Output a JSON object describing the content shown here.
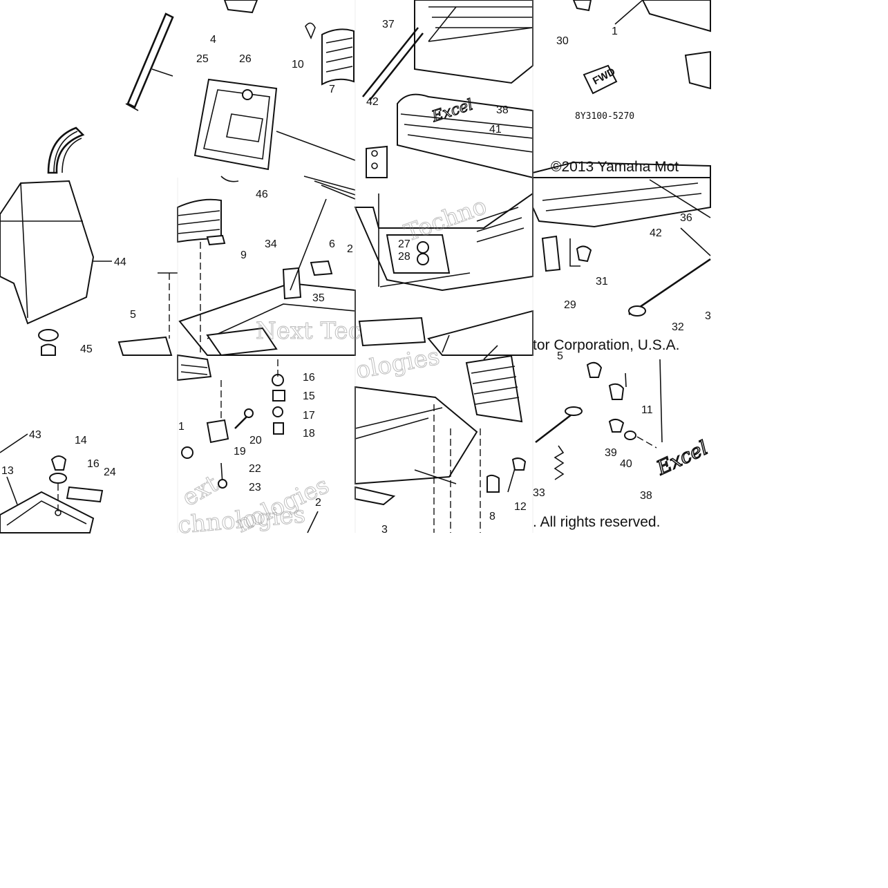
{
  "diagram": {
    "part_code": "8Y3100-5270",
    "copyright_top": "©2013 Yamaha Mot",
    "copyright_mid": "tor Corporation, U.S.A.",
    "copyright_bottom": ". All rights reserved.",
    "badge_fwd": "FWD",
    "logo_text": "Excel",
    "watermarks": [
      "Techno",
      "Next Tec",
      "ologies",
      "ext",
      "nologies",
      "chnologies"
    ],
    "part_numbers": [
      "4",
      "25",
      "26",
      "10",
      "7",
      "37",
      "42",
      "38",
      "41",
      "30",
      "1",
      "46",
      "44",
      "9",
      "34",
      "6",
      "2",
      "27",
      "28",
      "36",
      "42",
      "31",
      "35",
      "29",
      "32",
      "3",
      "5",
      "16",
      "15",
      "17",
      "18",
      "45",
      "1",
      "20",
      "19",
      "22",
      "23",
      "43",
      "14",
      "16",
      "24",
      "13",
      "2",
      "5",
      "11",
      "39",
      "40",
      "38",
      "8",
      "12",
      "33",
      "3"
    ]
  }
}
